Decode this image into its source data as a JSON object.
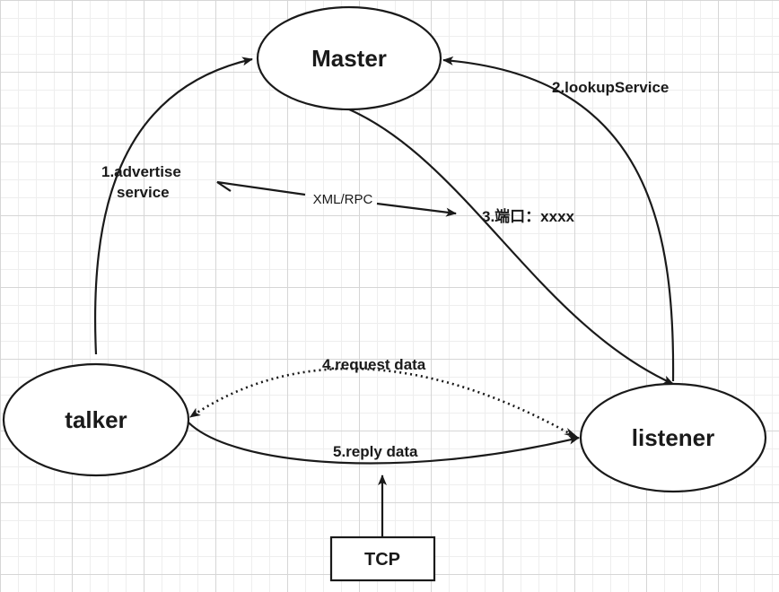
{
  "nodes": {
    "master": "Master",
    "talker": "talker",
    "listener": "listener",
    "tcp": "TCP"
  },
  "edges": {
    "advertise_line1": "1.advertise",
    "advertise_line2": "service",
    "lookup": "2.lookupService",
    "port": "3.端口：xxxx",
    "request": "4.request data",
    "reply": "5.reply data",
    "xmlrpc": "XML/RPC"
  },
  "colors": {
    "stroke": "#1a1a1a",
    "background": "#ffffff",
    "grid": "#d6d6d6"
  }
}
